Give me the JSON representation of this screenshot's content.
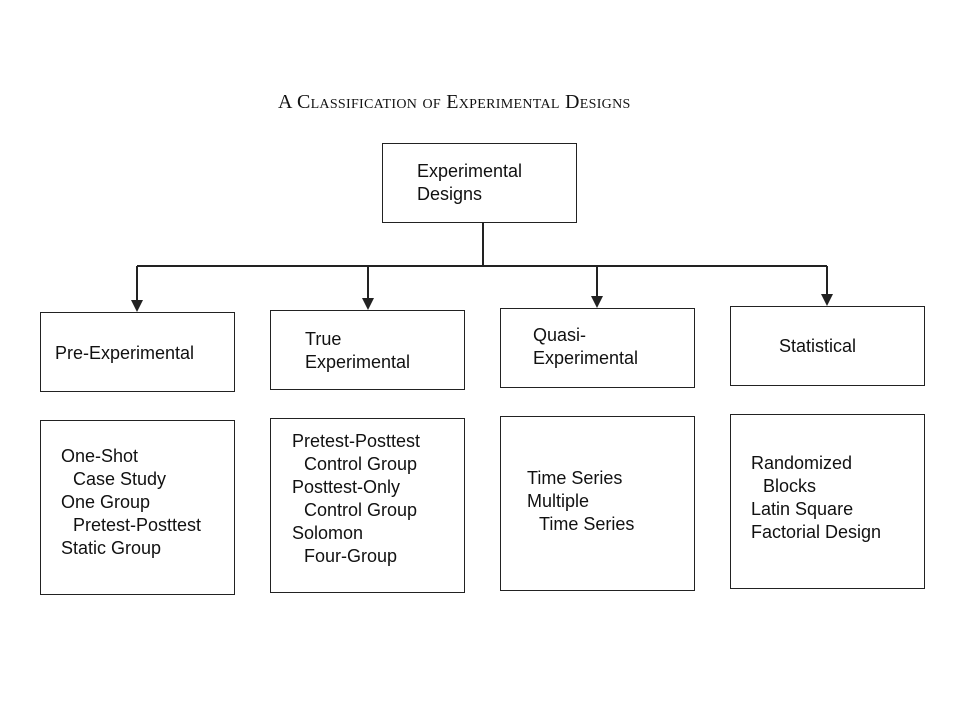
{
  "title": "A Classification of Experimental Designs",
  "root": {
    "lines": [
      "Experimental",
      "Designs"
    ]
  },
  "categories": [
    {
      "name": "pre-experimental",
      "label_lines": [
        "Pre-Experimental"
      ],
      "designs": [
        {
          "text": "One-Shot",
          "indent": 0
        },
        {
          "text": "Case Study",
          "indent": 1
        },
        {
          "text": "One Group",
          "indent": 0
        },
        {
          "text": "Pretest-Posttest",
          "indent": 1
        },
        {
          "text": "Static Group",
          "indent": 0
        }
      ]
    },
    {
      "name": "true-experimental",
      "label_lines": [
        "True",
        "Experimental"
      ],
      "designs": [
        {
          "text": "Pretest-Posttest",
          "indent": 0
        },
        {
          "text": "Control Group",
          "indent": 1
        },
        {
          "text": "Posttest-Only",
          "indent": 0
        },
        {
          "text": "Control Group",
          "indent": 1
        },
        {
          "text": "Solomon",
          "indent": 0
        },
        {
          "text": "Four-Group",
          "indent": 1
        }
      ]
    },
    {
      "name": "quasi-experimental",
      "label_lines": [
        "Quasi-",
        "Experimental"
      ],
      "designs": [
        {
          "text": "Time Series",
          "indent": 0
        },
        {
          "text": "Multiple",
          "indent": 0
        },
        {
          "text": "Time Series",
          "indent": 1
        }
      ]
    },
    {
      "name": "statistical",
      "label_lines": [
        "Statistical"
      ],
      "designs": [
        {
          "text": "Randomized",
          "indent": 0
        },
        {
          "text": "Blocks",
          "indent": 1
        },
        {
          "text": "Latin Square",
          "indent": 0
        },
        {
          "text": "Factorial Design",
          "indent": 0
        }
      ]
    }
  ]
}
